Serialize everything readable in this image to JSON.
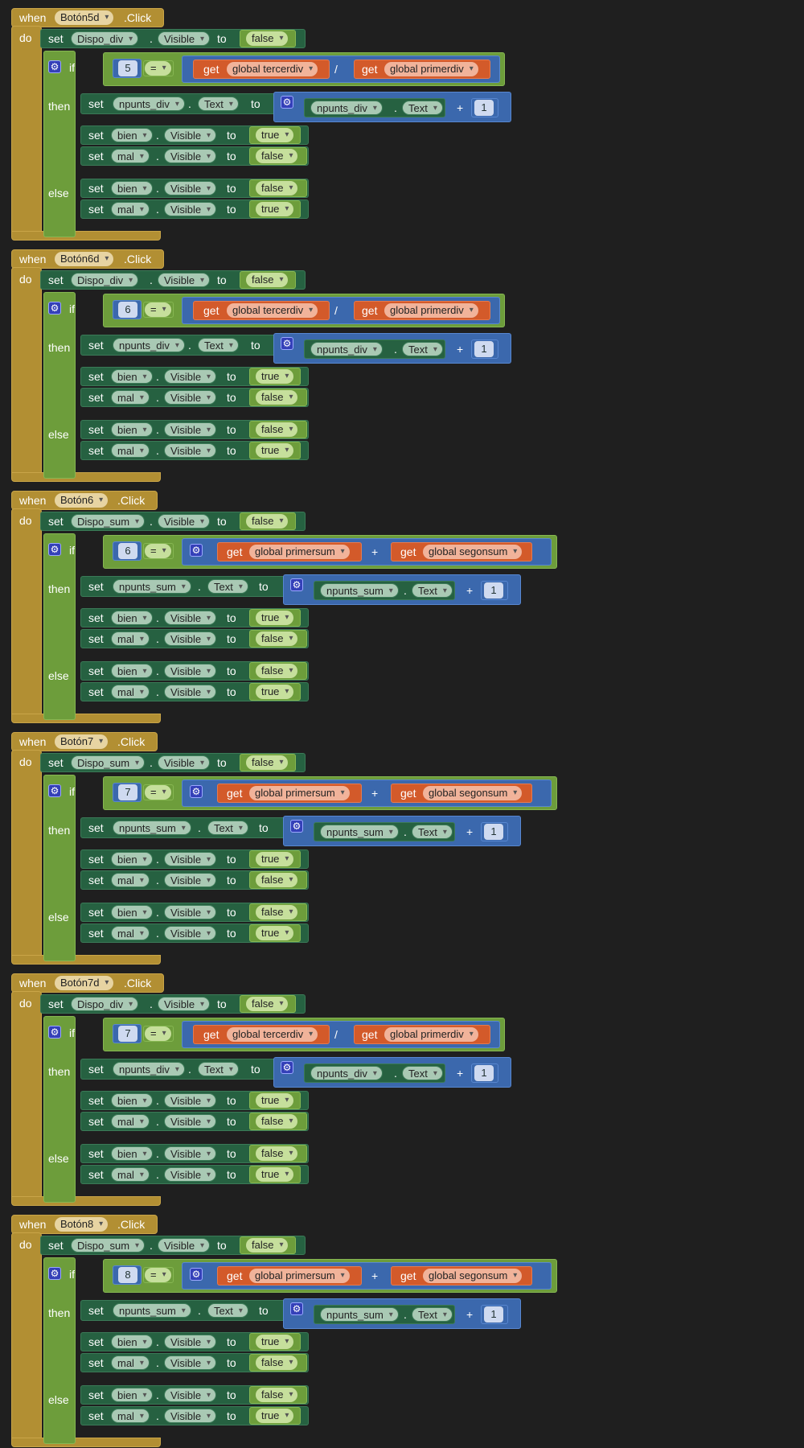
{
  "keywords": {
    "when": "when",
    "do": "do",
    "set": "set",
    "get": "get",
    "to": "to",
    "if": "if",
    "then": "then",
    "else": "else",
    "dot": ".",
    "click_suffix": ".Click",
    "eq": "=",
    "div_op": "/",
    "plus_op": "+",
    "visible": "Visible",
    "text": "Text",
    "true": "true",
    "false": "false",
    "one": "1",
    "bien": "bien",
    "mal": "mal",
    "gear_icon": "mutator-gear-icon"
  },
  "handlers": [
    {
      "button": "Botón5d",
      "dispo": "Dispo_div",
      "number": "5",
      "op": "/",
      "left_var": "global tercerdiv",
      "right_var": "global primerdiv",
      "npunts": "npunts_div"
    },
    {
      "button": "Botón6d",
      "dispo": "Dispo_div",
      "number": "6",
      "op": "/",
      "left_var": "global tercerdiv",
      "right_var": "global primerdiv",
      "npunts": "npunts_div"
    },
    {
      "button": "Botón6",
      "dispo": "Dispo_sum",
      "number": "6",
      "op": "+",
      "left_var": "global primersum",
      "right_var": "global segonsum",
      "npunts": "npunts_sum"
    },
    {
      "button": "Botón7",
      "dispo": "Dispo_sum",
      "number": "7",
      "op": "+",
      "left_var": "global primersum",
      "right_var": "global segonsum",
      "npunts": "npunts_sum"
    },
    {
      "button": "Botón7d",
      "dispo": "Dispo_div",
      "number": "7",
      "op": "/",
      "left_var": "global tercerdiv",
      "right_var": "global primerdiv",
      "npunts": "npunts_div"
    },
    {
      "button": "Botón8",
      "dispo": "Dispo_sum",
      "number": "8",
      "op": "+",
      "left_var": "global primersum",
      "right_var": "global segonsum",
      "npunts": "npunts_sum"
    }
  ],
  "colors": {
    "background": "#1f1f1f",
    "event_block": "#b28f33",
    "component_block": "#266141",
    "control_block": "#6d9d3b",
    "math_block": "#3b68ad",
    "variable_block": "#d35a2a"
  }
}
